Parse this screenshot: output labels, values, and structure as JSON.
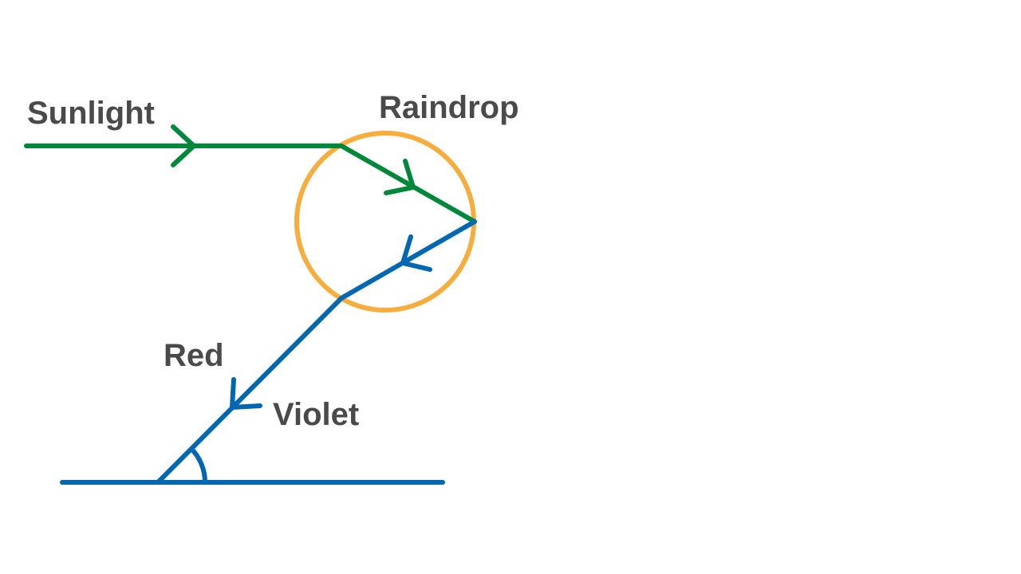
{
  "labels": {
    "sunlight": "Sunlight",
    "raindrop": "Raindrop",
    "red": "Red",
    "violet": "Violet"
  },
  "colors": {
    "incoming_ray": "#00883a",
    "outgoing_ray": "#0068b1",
    "raindrop": "#f6ad3c",
    "text": "#4a4a4a",
    "background": "#ffffff"
  }
}
